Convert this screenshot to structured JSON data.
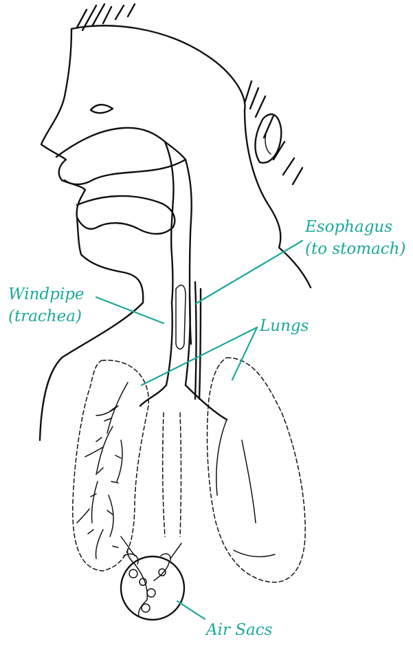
{
  "labels": {
    "esophagus_line1": "Esophagus",
    "esophagus_line2": "(to stomach)",
    "windpipe_line1": "Windpipe",
    "windpipe_line2": "(trachea)",
    "lungs": "Lungs",
    "air_sacs": "Air Sacs"
  },
  "colors": {
    "label": "#1aa89a",
    "ink": "#111111",
    "background": "#ffffff"
  }
}
